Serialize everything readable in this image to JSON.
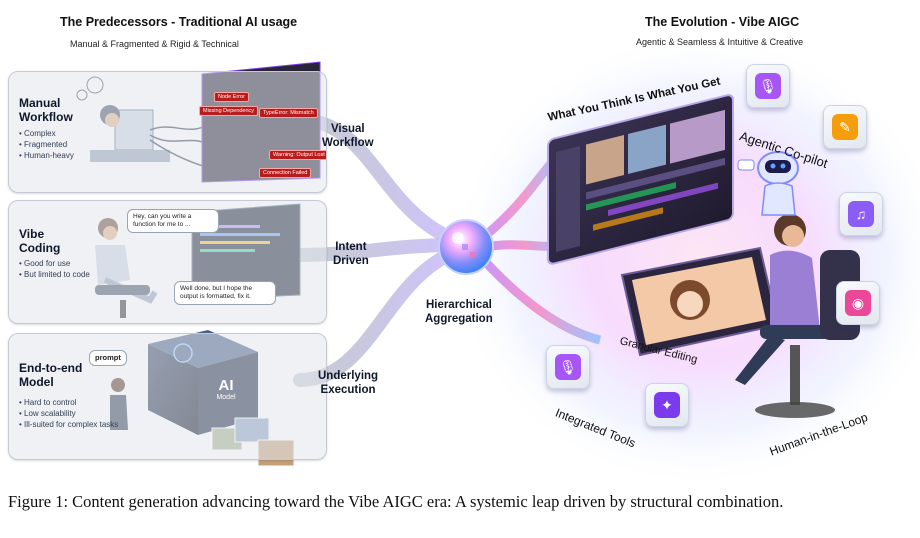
{
  "left_header": {
    "title": "The Predecessors - Traditional AI usage",
    "subtitle": "Manual & Fragmented & Rigid & Technical"
  },
  "right_header": {
    "title": "The Evolution - Vibe AIGC",
    "subtitle": "Agentic & Seamless & Intuitive & Creative"
  },
  "panels": [
    {
      "title_lines": [
        "Manual",
        "Workflow"
      ],
      "bullets": [
        "Complex",
        "Fragmented",
        "Human-heavy"
      ],
      "connector_lines": [
        "Visual",
        "Workflow"
      ],
      "errors": [
        "Node Error",
        "Missing Dependency",
        "TypeError: Mismatch",
        "Warning: Output Lost",
        "Connection Failed"
      ]
    },
    {
      "title_lines": [
        "Vibe",
        "Coding"
      ],
      "bullets": [
        "Good for use",
        "But limited to code"
      ],
      "connector_lines": [
        "Intent",
        "Driven"
      ],
      "bubble_top": "Hey, can you write a function for me to ...",
      "bubble_bottom": "Well done, but I hope the output is formatted, fix it."
    },
    {
      "title_lines": [
        "End-to-end",
        "Model"
      ],
      "bullets": [
        "Hard to control",
        "Low scalability",
        "Ill-suited for complex tasks"
      ],
      "connector_lines": [
        "Underlying",
        "Execution"
      ],
      "prompt_tag": "prompt",
      "cube_lines": [
        "AI",
        "Model"
      ]
    }
  ],
  "center": {
    "label_lines": [
      "Hierarchical",
      "Aggregation"
    ]
  },
  "right_labels": {
    "wysiwyg": "What You Think Is What You Get",
    "agentic": "Agentic Co-pilot",
    "granular": "Granular Editing",
    "integrated": "Integrated Tools",
    "human": "Human-in-the-Loop"
  },
  "tools": [
    {
      "icon": "microphone-icon",
      "glyph": "🎙",
      "color": "#a855f7"
    },
    {
      "icon": "edit-document-icon",
      "glyph": "✎",
      "color": "#f59e0b"
    },
    {
      "icon": "music-note-icon",
      "glyph": "♫",
      "color": "#8b5cf6"
    },
    {
      "icon": "camera-icon",
      "glyph": "◉",
      "color": "#ec4899"
    },
    {
      "icon": "microphone-icon",
      "glyph": "🎙",
      "color": "#a855f7"
    },
    {
      "icon": "magic-wand-icon",
      "glyph": "✦",
      "color": "#7c3aed"
    }
  ],
  "caption": "Figure 1: Content generation advancing toward the Vibe AIGC era: A systemic leap driven by structural combination.",
  "colors": {
    "panel_bg": "#e4e7ed",
    "glow_pink": "#f9a8d4",
    "glow_purple": "#c4b5fd",
    "glow_blue": "#93c5fd",
    "screen_dark": "#2b2540"
  }
}
